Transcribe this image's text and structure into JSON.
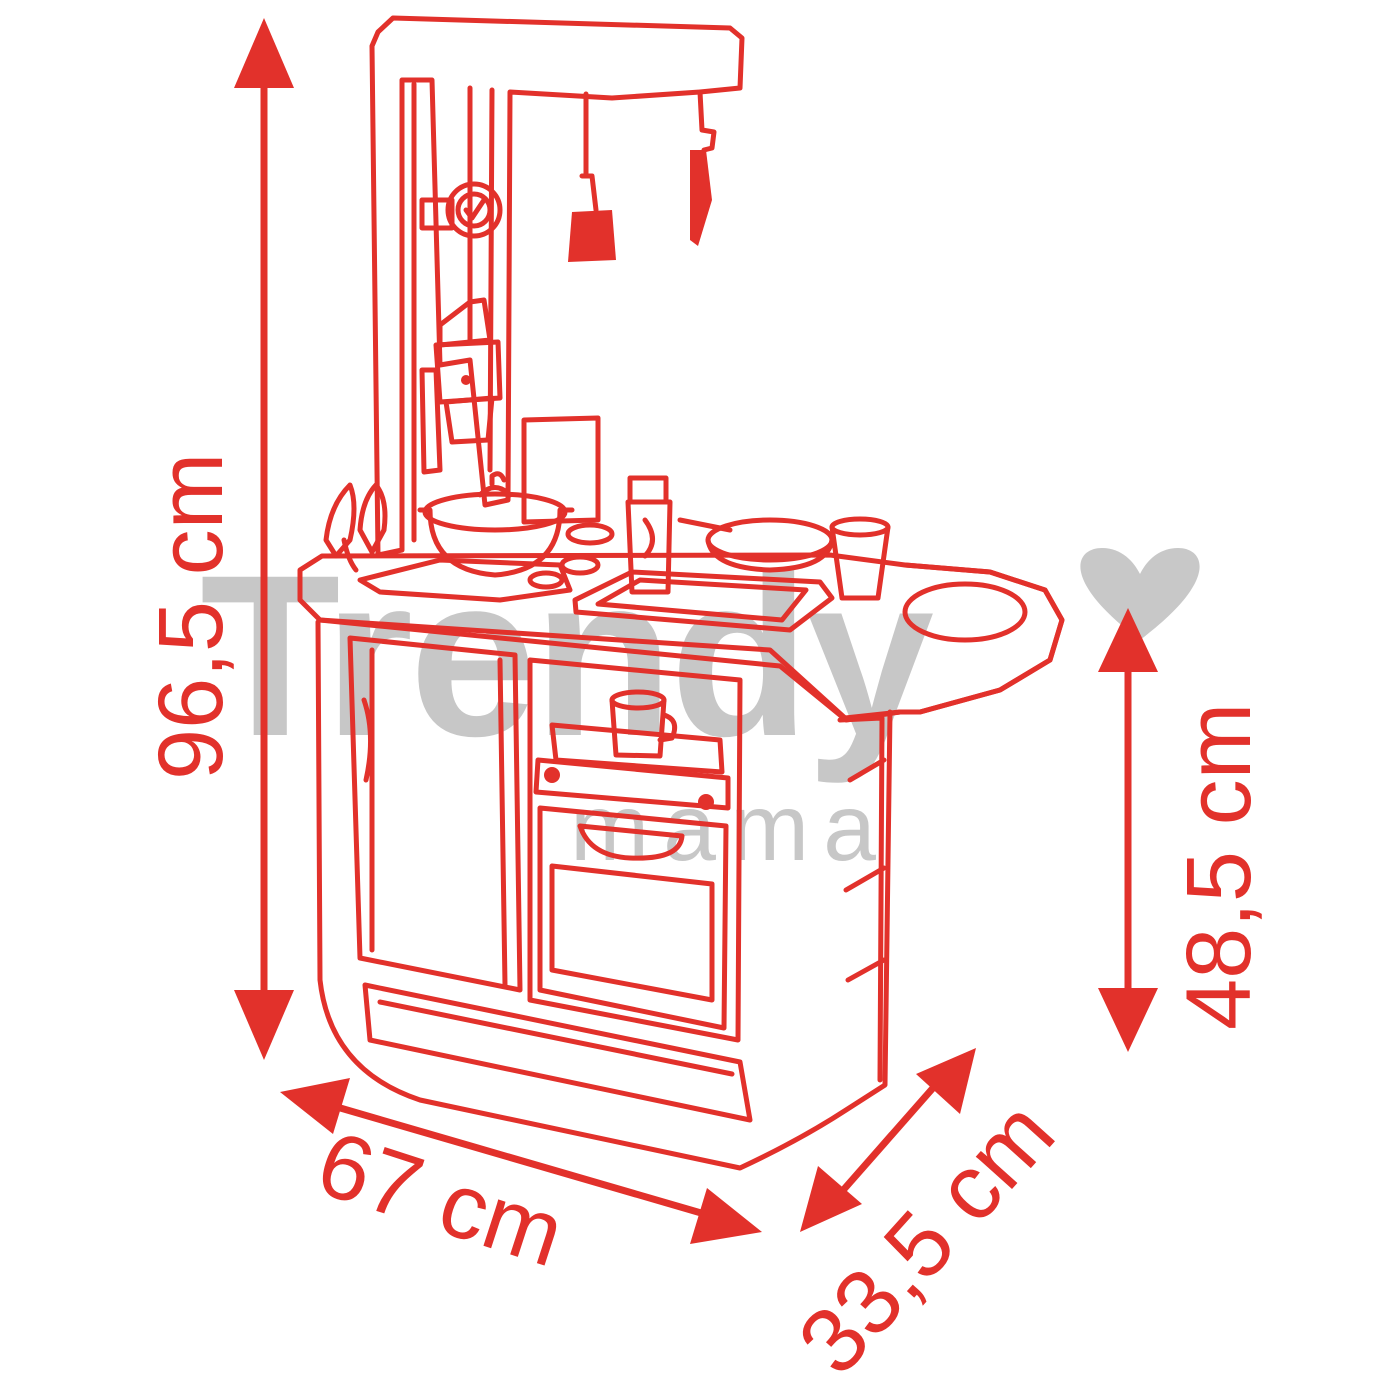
{
  "colors": {
    "line": "#e2312b",
    "watermark": "#9a9a9a",
    "background": "#ffffff"
  },
  "dimensions": {
    "height_total": "96,5 cm",
    "height_counter": "48,5 cm",
    "width": "67 cm",
    "depth": "33,5 cm"
  },
  "watermark": {
    "brand": "Trendy",
    "sub": "mama",
    "icon": "heart-icon"
  }
}
